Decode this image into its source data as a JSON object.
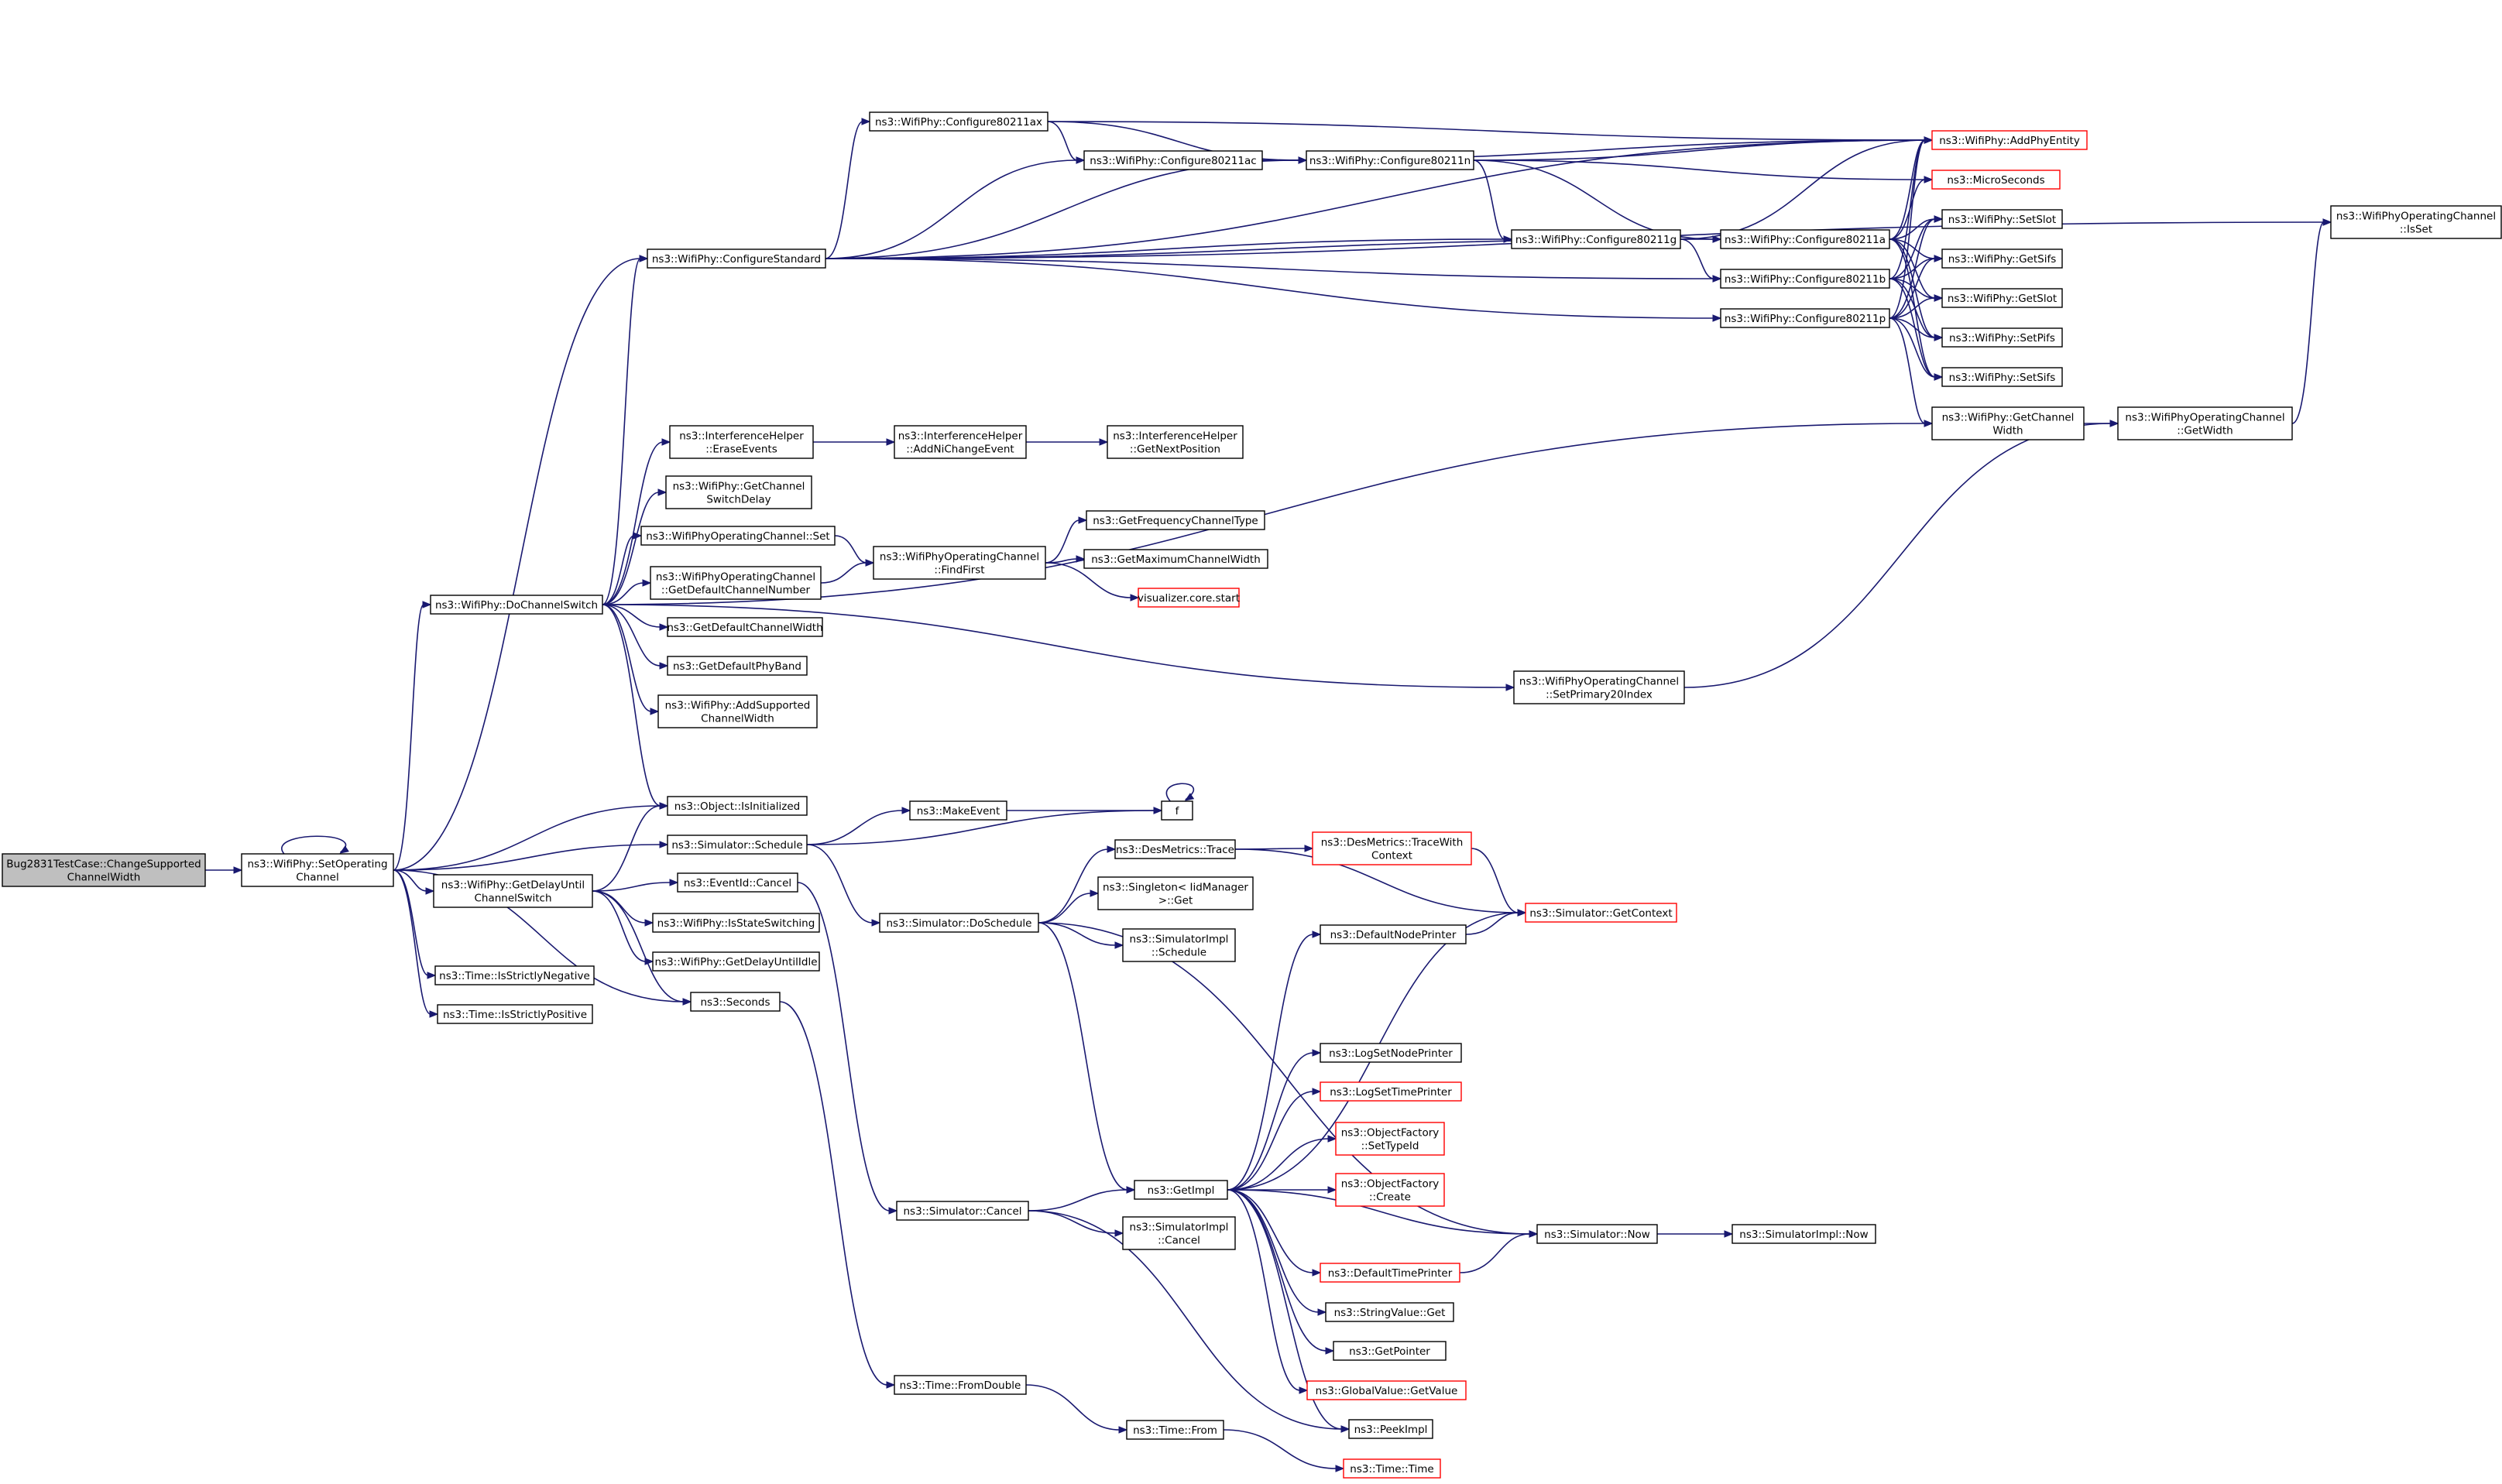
{
  "colors": {
    "edge": "#191970",
    "node_border": "#000000",
    "node_border_truncated": "#ff0000",
    "root_fill": "#bfbfbf",
    "node_fill": "#ffffff"
  },
  "nodes": [
    {
      "id": "root",
      "lines": [
        "Bug2831TestCase::ChangeSupported",
        "ChannelWidth"
      ],
      "style": "root"
    },
    {
      "id": "setop",
      "lines": [
        "ns3::WifiPhy::SetOperating",
        "Channel"
      ]
    },
    {
      "id": "cfgstd",
      "lines": [
        "ns3::WifiPhy::ConfigureStandard"
      ]
    },
    {
      "id": "cfgax",
      "lines": [
        "ns3::WifiPhy::Configure80211ax"
      ]
    },
    {
      "id": "cfgac",
      "lines": [
        "ns3::WifiPhy::Configure80211ac"
      ]
    },
    {
      "id": "cfgn",
      "lines": [
        "ns3::WifiPhy::Configure80211n"
      ]
    },
    {
      "id": "cfgg",
      "lines": [
        "ns3::WifiPhy::Configure80211g"
      ]
    },
    {
      "id": "cfga",
      "lines": [
        "ns3::WifiPhy::Configure80211a"
      ]
    },
    {
      "id": "cfgb",
      "lines": [
        "ns3::WifiPhy::Configure80211b"
      ]
    },
    {
      "id": "cfgp",
      "lines": [
        "ns3::WifiPhy::Configure80211p"
      ]
    },
    {
      "id": "addphy",
      "lines": [
        "ns3::WifiPhy::AddPhyEntity"
      ],
      "style": "truncated"
    },
    {
      "id": "micro",
      "lines": [
        "ns3::MicroSeconds"
      ],
      "style": "truncated"
    },
    {
      "id": "setslot",
      "lines": [
        "ns3::WifiPhy::SetSlot"
      ]
    },
    {
      "id": "getsifs",
      "lines": [
        "ns3::WifiPhy::GetSifs"
      ]
    },
    {
      "id": "getslot",
      "lines": [
        "ns3::WifiPhy::GetSlot"
      ]
    },
    {
      "id": "setpifs",
      "lines": [
        "ns3::WifiPhy::SetPifs"
      ]
    },
    {
      "id": "setsifs",
      "lines": [
        "ns3::WifiPhy::SetSifs"
      ]
    },
    {
      "id": "getchw",
      "lines": [
        "ns3::WifiPhy::GetChannel",
        "Width"
      ]
    },
    {
      "id": "opgetw",
      "lines": [
        "ns3::WifiPhyOperatingChannel",
        "::GetWidth"
      ]
    },
    {
      "id": "isset",
      "lines": [
        "ns3::WifiPhyOperatingChannel",
        "::IsSet"
      ]
    },
    {
      "id": "docs",
      "lines": [
        "ns3::WifiPhy::DoChannelSwitch"
      ]
    },
    {
      "id": "erase",
      "lines": [
        "ns3::InterferenceHelper",
        "::EraseEvents"
      ]
    },
    {
      "id": "addni",
      "lines": [
        "ns3::InterferenceHelper",
        "::AddNiChangeEvent"
      ]
    },
    {
      "id": "getnext",
      "lines": [
        "ns3::InterferenceHelper",
        "::GetNextPosition"
      ]
    },
    {
      "id": "getswd",
      "lines": [
        "ns3::WifiPhy::GetChannel",
        "SwitchDelay"
      ]
    },
    {
      "id": "opset",
      "lines": [
        "ns3::WifiPhyOperatingChannel::Set"
      ]
    },
    {
      "id": "opdefnum",
      "lines": [
        "ns3::WifiPhyOperatingChannel",
        "::GetDefaultChannelNumber"
      ]
    },
    {
      "id": "findfirst",
      "lines": [
        "ns3::WifiPhyOperatingChannel",
        "::FindFirst"
      ]
    },
    {
      "id": "freqtype",
      "lines": [
        "ns3::GetFrequencyChannelType"
      ]
    },
    {
      "id": "maxchw",
      "lines": [
        "ns3::GetMaximumChannelWidth"
      ]
    },
    {
      "id": "viz",
      "lines": [
        "visualizer.core.start"
      ],
      "style": "truncated"
    },
    {
      "id": "defchw",
      "lines": [
        "ns3::GetDefaultChannelWidth"
      ]
    },
    {
      "id": "defband",
      "lines": [
        "ns3::GetDefaultPhyBand"
      ]
    },
    {
      "id": "addsup",
      "lines": [
        "ns3::WifiPhy::AddSupported",
        "ChannelWidth"
      ]
    },
    {
      "id": "setp20",
      "lines": [
        "ns3::WifiPhyOperatingChannel",
        "::SetPrimary20Index"
      ]
    },
    {
      "id": "isinit",
      "lines": [
        "ns3::Object::IsInitialized"
      ]
    },
    {
      "id": "simsched",
      "lines": [
        "ns3::Simulator::Schedule"
      ]
    },
    {
      "id": "makeev",
      "lines": [
        "ns3::MakeEvent"
      ]
    },
    {
      "id": "f",
      "lines": [
        "f"
      ]
    },
    {
      "id": "getdelay",
      "lines": [
        "ns3::WifiPhy::GetDelayUntil",
        "ChannelSwitch"
      ]
    },
    {
      "id": "evcancel",
      "lines": [
        "ns3::EventId::Cancel"
      ]
    },
    {
      "id": "isstatesw",
      "lines": [
        "ns3::WifiPhy::IsStateSwitching"
      ]
    },
    {
      "id": "getdelayidle",
      "lines": [
        "ns3::WifiPhy::GetDelayUntilIdle"
      ]
    },
    {
      "id": "seconds",
      "lines": [
        "ns3::Seconds"
      ]
    },
    {
      "id": "isneg",
      "lines": [
        "ns3::Time::IsStrictlyNegative"
      ]
    },
    {
      "id": "ispos",
      "lines": [
        "ns3::Time::IsStrictlyPositive"
      ]
    },
    {
      "id": "dessched",
      "lines": [
        "ns3::Simulator::DoSchedule"
      ]
    },
    {
      "id": "destrace",
      "lines": [
        "ns3::DesMetrics::Trace"
      ]
    },
    {
      "id": "tracectx",
      "lines": [
        "ns3::DesMetrics::TraceWith",
        "Context"
      ],
      "style": "truncated"
    },
    {
      "id": "getctx",
      "lines": [
        "ns3::Simulator::GetContext"
      ],
      "style": "truncated"
    },
    {
      "id": "singleton",
      "lines": [
        "ns3::Singleton< IidManager",
        ">::Get"
      ]
    },
    {
      "id": "implsched",
      "lines": [
        "ns3::SimulatorImpl",
        "::Schedule"
      ]
    },
    {
      "id": "defnode",
      "lines": [
        "ns3::DefaultNodePrinter"
      ]
    },
    {
      "id": "lognode",
      "lines": [
        "ns3::LogSetNodePrinter"
      ]
    },
    {
      "id": "logtime",
      "lines": [
        "ns3::LogSetTimePrinter"
      ],
      "style": "truncated"
    },
    {
      "id": "settypeid",
      "lines": [
        "ns3::ObjectFactory",
        "::SetTypeId"
      ],
      "style": "truncated"
    },
    {
      "id": "ofcreate",
      "lines": [
        "ns3::ObjectFactory",
        "::Create"
      ],
      "style": "truncated"
    },
    {
      "id": "getimpl",
      "lines": [
        "ns3::GetImpl"
      ]
    },
    {
      "id": "simnow",
      "lines": [
        "ns3::Simulator::Now"
      ]
    },
    {
      "id": "implnow",
      "lines": [
        "ns3::SimulatorImpl::Now"
      ]
    },
    {
      "id": "simcancel",
      "lines": [
        "ns3::Simulator::Cancel"
      ]
    },
    {
      "id": "implcancel",
      "lines": [
        "ns3::SimulatorImpl",
        "::Cancel"
      ]
    },
    {
      "id": "deftime",
      "lines": [
        "ns3::DefaultTimePrinter"
      ],
      "style": "truncated"
    },
    {
      "id": "strget",
      "lines": [
        "ns3::StringValue::Get"
      ]
    },
    {
      "id": "getptr",
      "lines": [
        "ns3::GetPointer"
      ]
    },
    {
      "id": "gvget",
      "lines": [
        "ns3::GlobalValue::GetValue"
      ],
      "style": "truncated"
    },
    {
      "id": "peek",
      "lines": [
        "ns3::PeekImpl"
      ]
    },
    {
      "id": "fromdouble",
      "lines": [
        "ns3::Time::FromDouble"
      ]
    },
    {
      "id": "timefrom",
      "lines": [
        "ns3::Time::From"
      ]
    },
    {
      "id": "timetime",
      "lines": [
        "ns3::Time::Time"
      ],
      "style": "truncated"
    }
  ],
  "edges": [
    [
      "root",
      "setop"
    ],
    [
      "setop",
      "setop"
    ],
    [
      "setop",
      "cfgstd"
    ],
    [
      "setop",
      "docs"
    ],
    [
      "setop",
      "isinit"
    ],
    [
      "setop",
      "simsched"
    ],
    [
      "setop",
      "getdelay"
    ],
    [
      "setop",
      "seconds"
    ],
    [
      "setop",
      "isneg"
    ],
    [
      "setop",
      "ispos"
    ],
    [
      "cfgstd",
      "cfgax"
    ],
    [
      "cfgstd",
      "cfgac"
    ],
    [
      "cfgstd",
      "cfgn"
    ],
    [
      "cfgstd",
      "cfgg"
    ],
    [
      "cfgstd",
      "cfga"
    ],
    [
      "cfgstd",
      "cfgb"
    ],
    [
      "cfgstd",
      "cfgp"
    ],
    [
      "cfgstd",
      "addphy"
    ],
    [
      "cfgstd",
      "isset"
    ],
    [
      "cfgax",
      "cfgac"
    ],
    [
      "cfgax",
      "cfgn"
    ],
    [
      "cfgax",
      "addphy"
    ],
    [
      "cfgac",
      "cfgn"
    ],
    [
      "cfgac",
      "addphy"
    ],
    [
      "cfgn",
      "cfgg"
    ],
    [
      "cfgn",
      "cfga"
    ],
    [
      "cfgn",
      "addphy"
    ],
    [
      "cfgn",
      "micro"
    ],
    [
      "cfgg",
      "cfgb"
    ],
    [
      "cfgg",
      "addphy"
    ],
    [
      "cfga",
      "addphy"
    ],
    [
      "cfga",
      "micro"
    ],
    [
      "cfga",
      "setslot"
    ],
    [
      "cfga",
      "getsifs"
    ],
    [
      "cfga",
      "getslot"
    ],
    [
      "cfga",
      "setpifs"
    ],
    [
      "cfga",
      "setsifs"
    ],
    [
      "cfgb",
      "addphy"
    ],
    [
      "cfgb",
      "setslot"
    ],
    [
      "cfgb",
      "getsifs"
    ],
    [
      "cfgb",
      "getslot"
    ],
    [
      "cfgb",
      "setpifs"
    ],
    [
      "cfgb",
      "setsifs"
    ],
    [
      "cfgp",
      "addphy"
    ],
    [
      "cfgp",
      "setslot"
    ],
    [
      "cfgp",
      "getsifs"
    ],
    [
      "cfgp",
      "getslot"
    ],
    [
      "cfgp",
      "setpifs"
    ],
    [
      "cfgp",
      "setsifs"
    ],
    [
      "cfgp",
      "getchw"
    ],
    [
      "getchw",
      "opgetw"
    ],
    [
      "opgetw",
      "isset"
    ],
    [
      "docs",
      "cfgstd"
    ],
    [
      "docs",
      "getchw"
    ],
    [
      "docs",
      "erase"
    ],
    [
      "docs",
      "getswd"
    ],
    [
      "docs",
      "opset"
    ],
    [
      "docs",
      "opdefnum"
    ],
    [
      "docs",
      "defchw"
    ],
    [
      "docs",
      "defband"
    ],
    [
      "docs",
      "addsup"
    ],
    [
      "docs",
      "setp20"
    ],
    [
      "docs",
      "isinit"
    ],
    [
      "erase",
      "addni"
    ],
    [
      "addni",
      "getnext"
    ],
    [
      "opset",
      "findfirst"
    ],
    [
      "opdefnum",
      "findfirst"
    ],
    [
      "findfirst",
      "freqtype"
    ],
    [
      "findfirst",
      "maxchw"
    ],
    [
      "findfirst",
      "viz"
    ],
    [
      "setp20",
      "opgetw"
    ],
    [
      "getdelay",
      "isinit"
    ],
    [
      "getdelay",
      "evcancel"
    ],
    [
      "getdelay",
      "isstatesw"
    ],
    [
      "getdelay",
      "getdelayidle"
    ],
    [
      "getdelay",
      "seconds"
    ],
    [
      "simsched",
      "makeev"
    ],
    [
      "simsched",
      "f"
    ],
    [
      "simsched",
      "dessched"
    ],
    [
      "makeev",
      "f"
    ],
    [
      "f",
      "f"
    ],
    [
      "dessched",
      "destrace"
    ],
    [
      "dessched",
      "singleton"
    ],
    [
      "dessched",
      "implsched"
    ],
    [
      "dessched",
      "getimpl"
    ],
    [
      "dessched",
      "simnow"
    ],
    [
      "destrace",
      "tracectx"
    ],
    [
      "destrace",
      "getctx"
    ],
    [
      "tracectx",
      "getctx"
    ],
    [
      "defnode",
      "getctx"
    ],
    [
      "evcancel",
      "simcancel"
    ],
    [
      "seconds",
      "fromdouble"
    ],
    [
      "simcancel",
      "getimpl"
    ],
    [
      "simcancel",
      "implcancel"
    ],
    [
      "simcancel",
      "peek"
    ],
    [
      "getimpl",
      "defnode"
    ],
    [
      "getimpl",
      "getctx"
    ],
    [
      "getimpl",
      "lognode"
    ],
    [
      "getimpl",
      "logtime"
    ],
    [
      "getimpl",
      "settypeid"
    ],
    [
      "getimpl",
      "ofcreate"
    ],
    [
      "getimpl",
      "simnow"
    ],
    [
      "getimpl",
      "deftime"
    ],
    [
      "getimpl",
      "strget"
    ],
    [
      "getimpl",
      "getptr"
    ],
    [
      "getimpl",
      "gvget"
    ],
    [
      "getimpl",
      "peek"
    ],
    [
      "deftime",
      "simnow"
    ],
    [
      "simnow",
      "implnow"
    ],
    [
      "fromdouble",
      "timefrom"
    ],
    [
      "timefrom",
      "timetime"
    ]
  ]
}
